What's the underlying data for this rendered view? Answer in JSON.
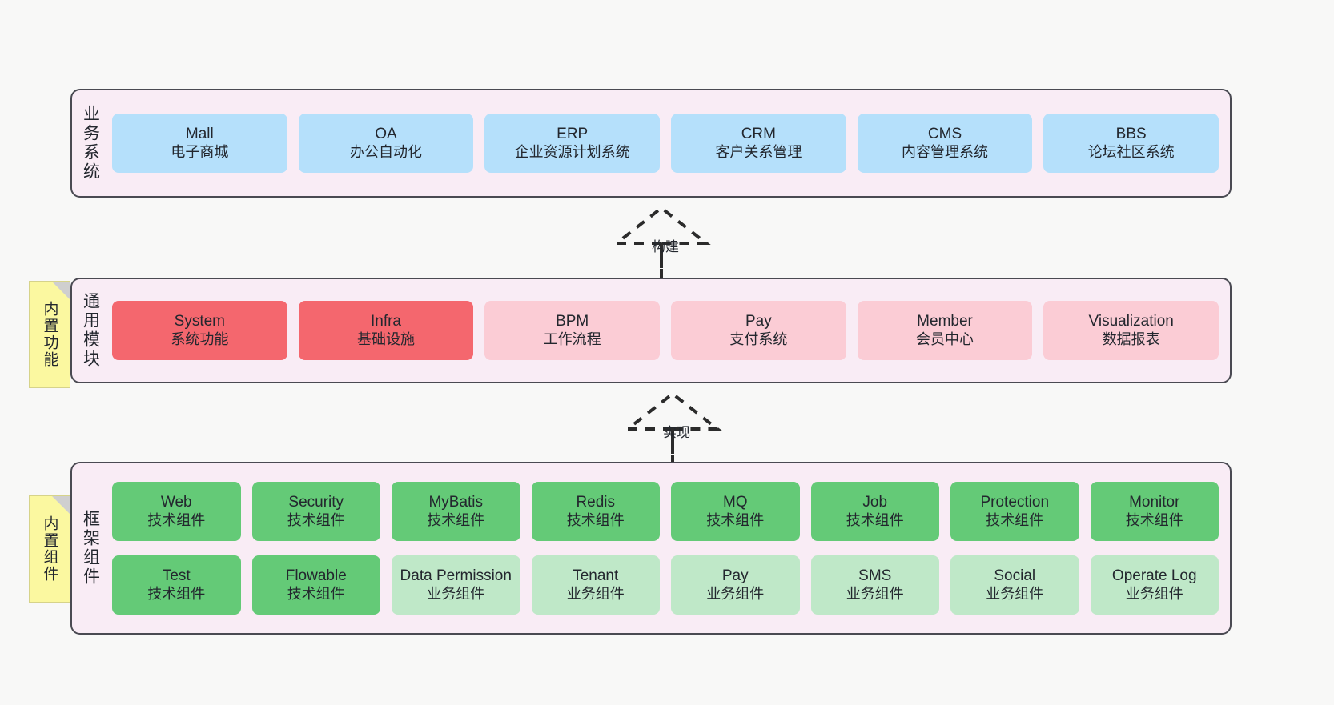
{
  "layers": [
    {
      "id": "business-system",
      "title": "业务系统",
      "rows": [
        [
          {
            "name": "Mall",
            "desc": "电子商城",
            "color": "blue"
          },
          {
            "name": "OA",
            "desc": "办公自动化",
            "color": "blue"
          },
          {
            "name": "ERP",
            "desc": "企业资源计划系统",
            "color": "blue"
          },
          {
            "name": "CRM",
            "desc": "客户关系管理",
            "color": "blue"
          },
          {
            "name": "CMS",
            "desc": "内容管理系统",
            "color": "blue"
          },
          {
            "name": "BBS",
            "desc": "论坛社区系统",
            "color": "blue"
          }
        ]
      ]
    },
    {
      "id": "common-module",
      "title": "通用模块",
      "rows": [
        [
          {
            "name": "System",
            "desc": "系统功能",
            "color": "red"
          },
          {
            "name": "Infra",
            "desc": "基础设施",
            "color": "red"
          },
          {
            "name": "BPM",
            "desc": "工作流程",
            "color": "pink"
          },
          {
            "name": "Pay",
            "desc": "支付系统",
            "color": "pink"
          },
          {
            "name": "Member",
            "desc": "会员中心",
            "color": "pink"
          },
          {
            "name": "Visualization",
            "desc": "数据报表",
            "color": "pink"
          }
        ]
      ]
    },
    {
      "id": "framework-component",
      "title": "框架组件",
      "rows": [
        [
          {
            "name": "Web",
            "desc": "技术组件",
            "color": "green"
          },
          {
            "name": "Security",
            "desc": "技术组件",
            "color": "green"
          },
          {
            "name": "MyBatis",
            "desc": "技术组件",
            "color": "green"
          },
          {
            "name": "Redis",
            "desc": "技术组件",
            "color": "green"
          },
          {
            "name": "MQ",
            "desc": "技术组件",
            "color": "green"
          },
          {
            "name": "Job",
            "desc": "技术组件",
            "color": "green"
          },
          {
            "name": "Protection",
            "desc": "技术组件",
            "color": "green"
          },
          {
            "name": "Monitor",
            "desc": "技术组件",
            "color": "green"
          }
        ],
        [
          {
            "name": "Test",
            "desc": "技术组件",
            "color": "green"
          },
          {
            "name": "Flowable",
            "desc": "技术组件",
            "color": "green"
          },
          {
            "name": "Data Permission",
            "desc": "业务组件",
            "color": "greenlight"
          },
          {
            "name": "Tenant",
            "desc": "业务组件",
            "color": "greenlight"
          },
          {
            "name": "Pay",
            "desc": "业务组件",
            "color": "greenlight"
          },
          {
            "name": "SMS",
            "desc": "业务组件",
            "color": "greenlight"
          },
          {
            "name": "Social",
            "desc": "业务组件",
            "color": "greenlight"
          },
          {
            "name": "Operate Log",
            "desc": "业务组件",
            "color": "greenlight"
          }
        ]
      ]
    }
  ],
  "connectors": [
    {
      "id": "build",
      "label": "构建"
    },
    {
      "id": "implement",
      "label": "实现"
    }
  ],
  "notes": [
    {
      "id": "builtin-feature",
      "label": "内置功能"
    },
    {
      "id": "builtin-component",
      "label": "内置组件"
    }
  ],
  "colors": {
    "canvas_background": "#f8f8f7",
    "layer_background": "#f9ecf5",
    "layer_border": "#4a4a52",
    "business_box": "#b5e0fb",
    "module_primary_box": "#f4676e",
    "module_secondary_box": "#fbccd5",
    "component_tech_box": "#64ca77",
    "component_business_box": "#bfe8c8",
    "note_background": "#fbf8a0",
    "note_fold": "#cfcfcf",
    "text": "#23272e"
  }
}
